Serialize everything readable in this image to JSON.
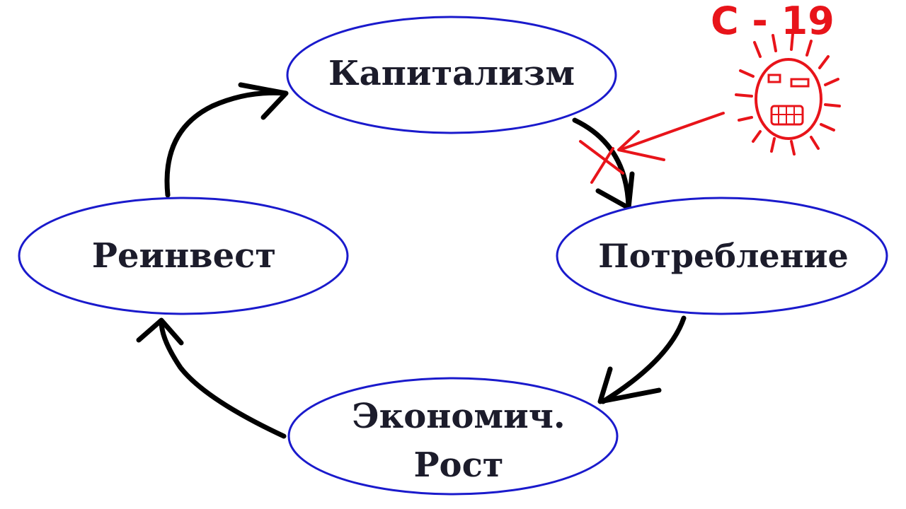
{
  "colors": {
    "ellipse_stroke": "#1a1acc",
    "ellipse_fill": "#ffffff",
    "text": "#1c1c2b",
    "arrow": "#000000",
    "virus": "#e8141a"
  },
  "nodes": {
    "capitalism": {
      "label": "Капитализм"
    },
    "consumption": {
      "label": "Потребление"
    },
    "growth": {
      "line1": "Экономич.",
      "line2": "Рост"
    },
    "reinvest": {
      "label": "Реинвест"
    }
  },
  "virus": {
    "label": "C - 19",
    "icon": "virus-face-icon"
  }
}
